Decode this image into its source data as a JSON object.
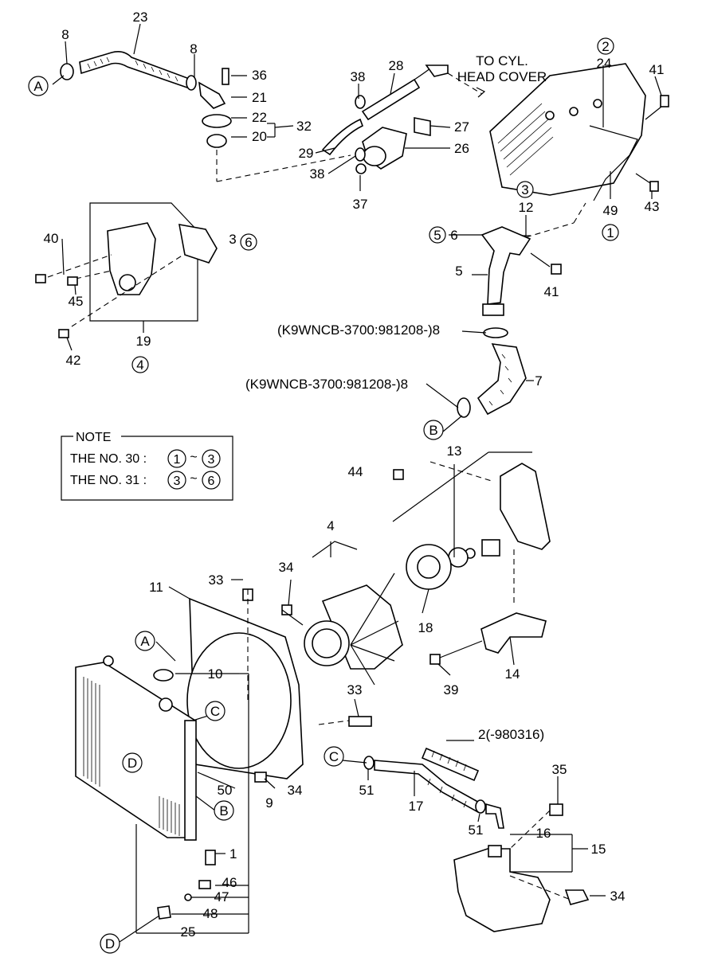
{
  "labels": {
    "n1": "1",
    "n2_980316": "2(-980316)",
    "n3_6": "3",
    "n4": "4",
    "n5": "5",
    "n6": "6",
    "n7": "7",
    "n8a": "8",
    "n8b": "8",
    "n8c": "(K9WNCB-3700:981208-)8",
    "n8d": "(K9WNCB-3700:981208-)8",
    "n9": "9",
    "n10": "10",
    "n11": "11",
    "n12": "12",
    "n13": "13",
    "n14": "14",
    "n15": "15",
    "n16": "16",
    "n17": "17",
    "n18": "18",
    "n19": "19",
    "n20": "20",
    "n21": "21",
    "n22": "22",
    "n23": "23",
    "n24": "24",
    "n25": "25",
    "n26": "26",
    "n27": "27",
    "n28": "28",
    "n29": "29",
    "n32": "32",
    "n33a": "33",
    "n33b": "33",
    "n34a": "34",
    "n34b": "34",
    "n34c": "34",
    "n35": "35",
    "n36": "36",
    "n37": "37",
    "n38a": "38",
    "n38b": "38",
    "n39": "39",
    "n40": "40",
    "n41a": "41",
    "n41b": "41",
    "n42": "42",
    "n43": "43",
    "n44": "44",
    "n45": "45",
    "n46": "46",
    "n47": "47",
    "n48": "48",
    "n49": "49",
    "n50": "50",
    "n51a": "51",
    "n51b": "51",
    "to_cyl_1": "TO CYL.",
    "to_cyl_2": "HEAD COVER"
  },
  "circled": {
    "A1": "A",
    "A2": "A",
    "B1": "B",
    "B2": "B",
    "C1": "C",
    "C2": "C",
    "D1": "D",
    "D2": "D",
    "c1": "1",
    "c2": "2",
    "c3a": "3",
    "c3b": "3",
    "c4": "4",
    "c5": "5",
    "c6": "6"
  },
  "note": {
    "title": "NOTE",
    "row1_text": "THE NO. 30 :",
    "row1_from": "1",
    "row1_sep": "~",
    "row1_to": "3",
    "row2_text": "THE NO. 31 :",
    "row2_from": "3",
    "row2_sep": "~",
    "row2_to": "6"
  }
}
